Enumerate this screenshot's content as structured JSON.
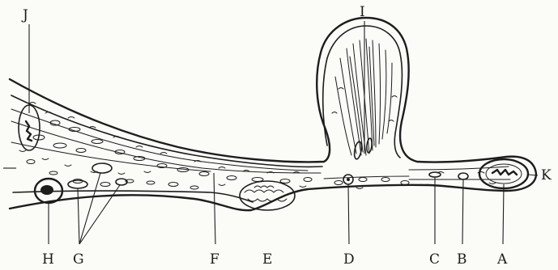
{
  "figure": {
    "labels": {
      "A": "A",
      "B": "B",
      "C": "C",
      "D": "D",
      "E": "E",
      "F": "F",
      "G": "G",
      "H": "H",
      "I": "I",
      "J": "J",
      "K": "K"
    }
  }
}
